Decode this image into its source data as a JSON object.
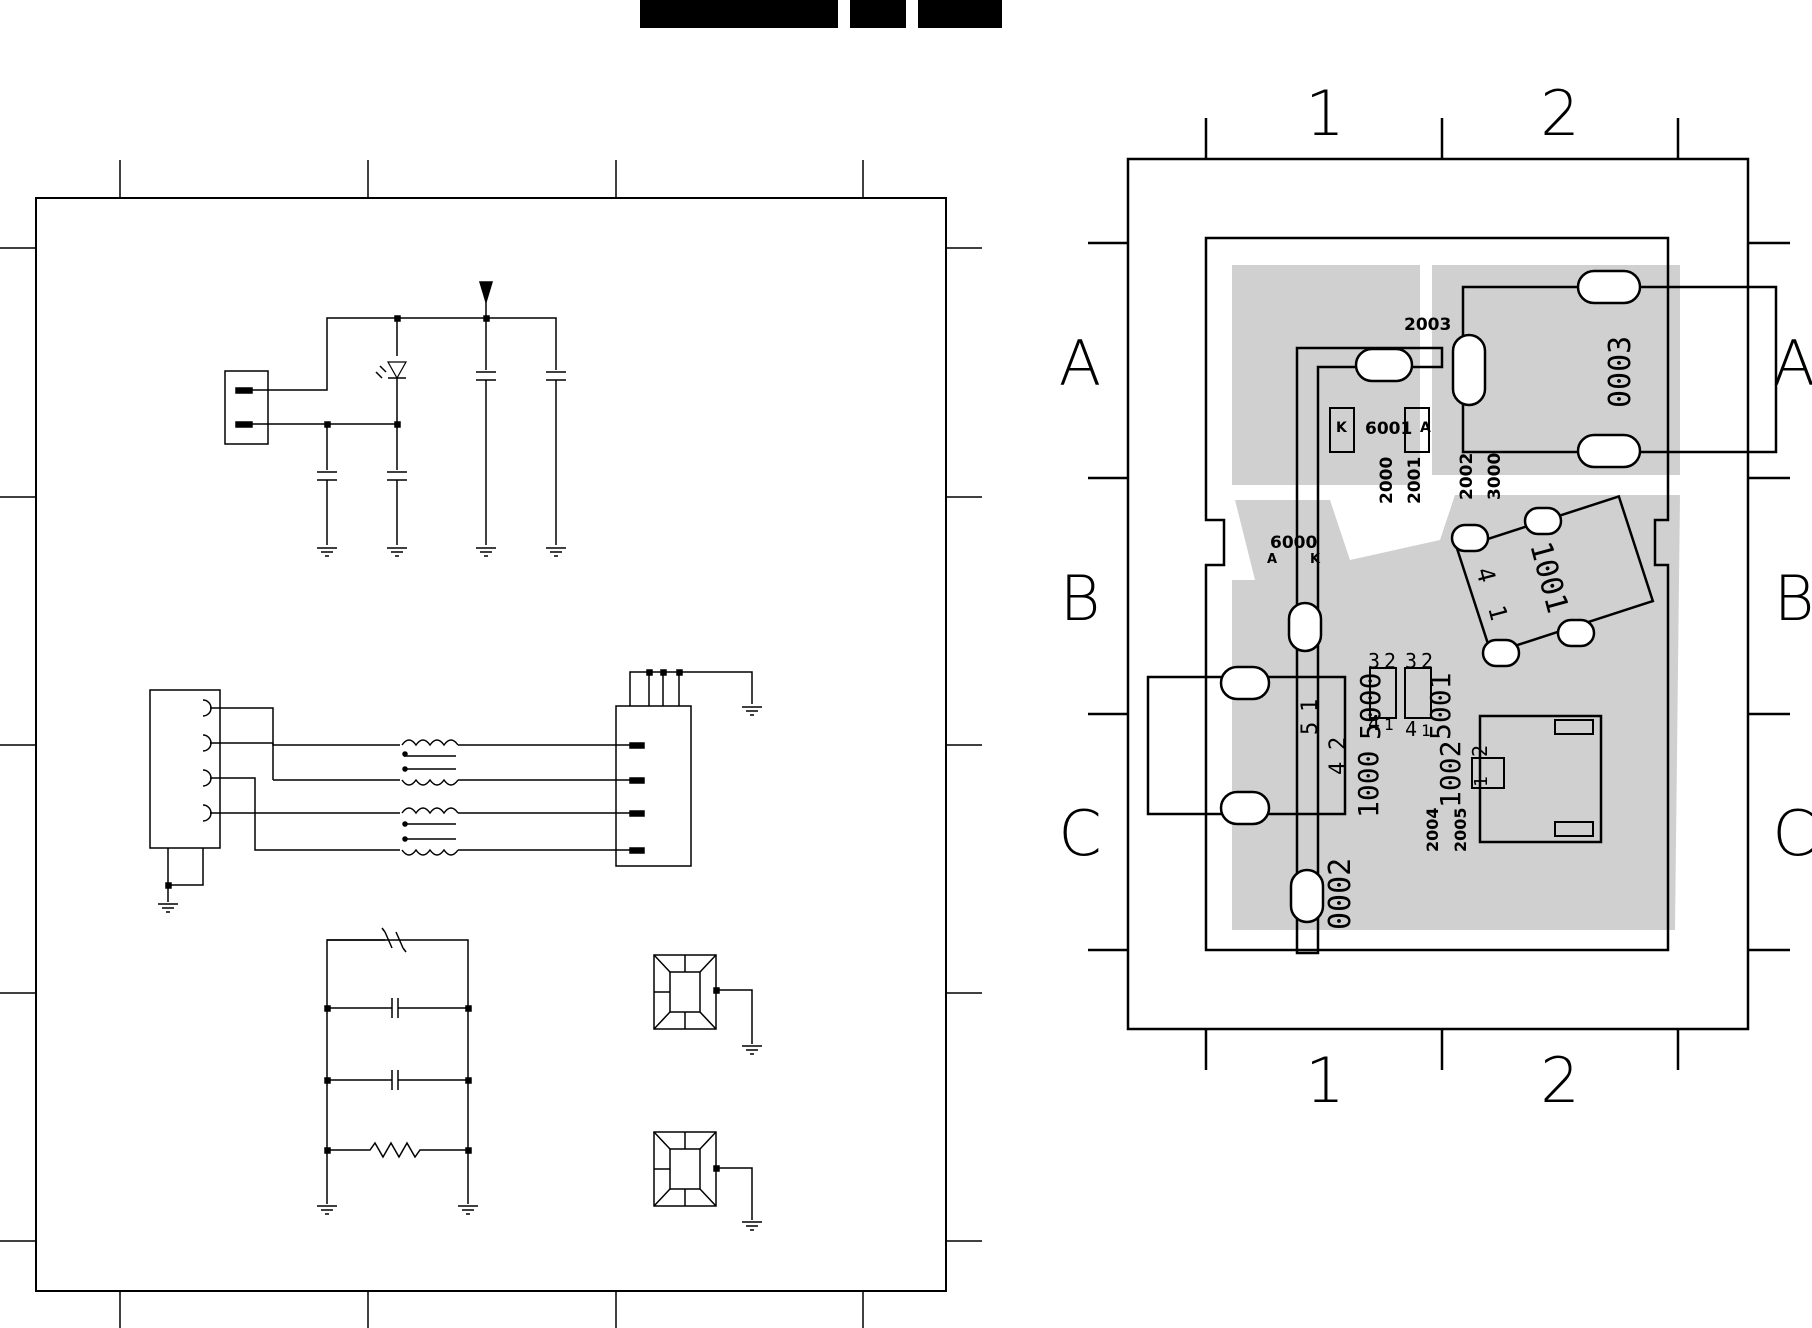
{
  "pcb": {
    "grid": {
      "columns": [
        "1",
        "2"
      ],
      "rows": [
        "A",
        "B",
        "C"
      ]
    },
    "components": [
      {
        "ref": "2003"
      },
      {
        "ref": "6001"
      },
      {
        "ref": "2000"
      },
      {
        "ref": "2001"
      },
      {
        "ref": "2002"
      },
      {
        "ref": "3000"
      },
      {
        "ref": "6000"
      },
      {
        "ref": "1001"
      },
      {
        "ref": "5000"
      },
      {
        "ref": "5001"
      },
      {
        "ref": "1000"
      },
      {
        "ref": "1002"
      },
      {
        "ref": "2004"
      },
      {
        "ref": "2005"
      },
      {
        "ref": "0002"
      },
      {
        "ref": "0003"
      }
    ],
    "pin_labels": {
      "diode_6000": [
        "A",
        "K"
      ],
      "diode_6001": [
        "K",
        "A"
      ],
      "conn_1001": [
        "4",
        "1"
      ],
      "coil_5000": [
        "3",
        "2",
        "4",
        "1"
      ],
      "coil_5001": [
        "3",
        "2",
        "4",
        "1"
      ],
      "conn_1002": [
        "2",
        "1"
      ],
      "conn_1000": [
        "5",
        "1",
        "4",
        "2"
      ]
    }
  },
  "colors": {
    "line": "#000000",
    "copper": "#d0d0d0",
    "background": "#ffffff"
  }
}
